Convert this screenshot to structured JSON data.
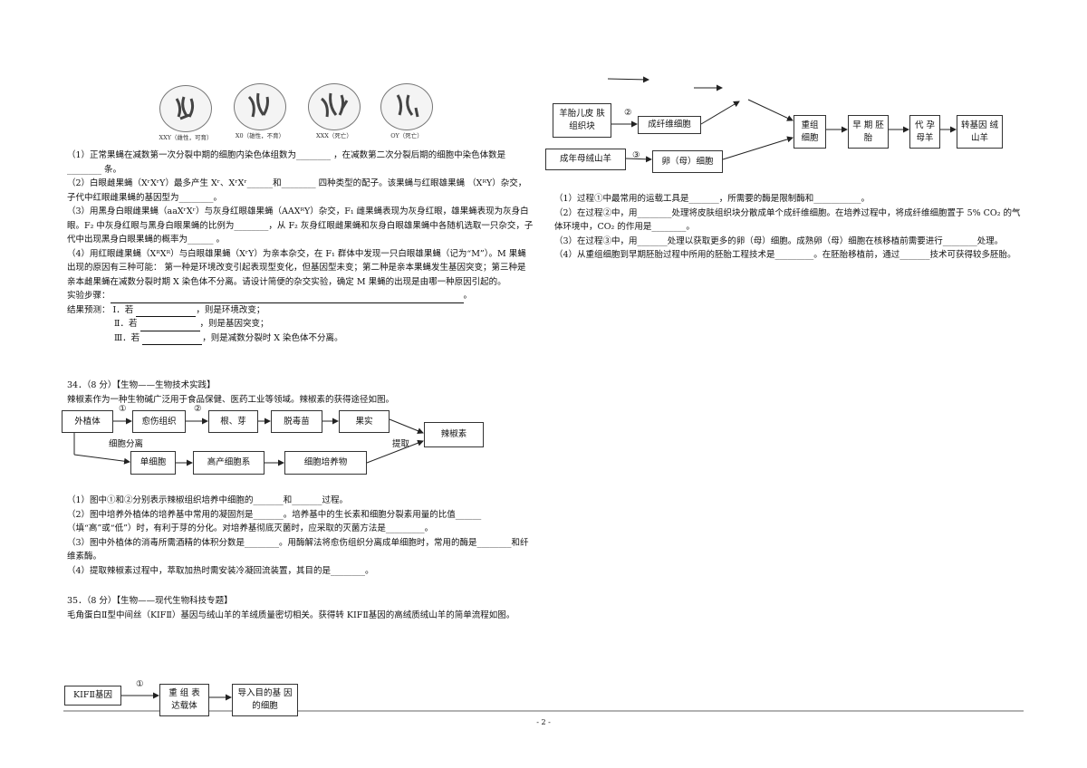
{
  "meiosis_figure": {
    "captions": [
      "XXY（雌性，可育）",
      "X0（雄性，不育）",
      "XXX（死亡）",
      "OY（死亡）"
    ]
  },
  "left": {
    "q1": "（1）正常果蝇在减数第一次分裂中期的细胞内染色体组数为________ ，在减数第二次分裂后期的细胞中染色体数是 ________ 条。",
    "q2": "（2）白眼雌果蝇（XʳXʳY）最多产生 Xʳ、XʳXʳ______和________ 四种类型的配子。该果蝇与红眼雄果蝇 （XᴿY）杂交，子代中红眼雌果蝇的基因型为________。",
    "q3": "（3）用黑身白眼雌果蝇（aaXʳXʳ）与灰身红眼雄果蝇（AAXᴿY）杂交，F₁ 雌果蝇表现为灰身红眼，雄果蝇表现为灰身白眼。F₂ 中灰身红眼与黑身白眼果蝇的比例为________，从 F₂ 灰身红眼雌果蝇和灰身白眼雄果蝇中各随机选取一只杂交，子代中出现黑身白眼果蝇的概率为______ 。",
    "q4": "（4）用红眼雌果蝇（XᴿXᴿ）与白眼雄果蝇（XʳY）为亲本杂交，在 F₁ 群体中发现一只白眼雄果蝇（记为“M”）。M 果蝇出现的原因有三种可能： 第一种是环境改变引起表现型变化，但基因型未变；第二种是亲本果蝇发生基因突变；第三种是亲本雌果蝇在减数分裂时期 X 染色体不分离。请设计简便的杂交实验，确定 M 果蝇的出现是由哪一种原因引起的。",
    "steps_label": "实验步骤：",
    "result_label": "结果预测：",
    "result_1_lead": "Ⅰ．若",
    "result_1_tail": "，则是环境改变；",
    "result_2_lead": "Ⅱ．若",
    "result_2_tail": "，则是基因突变；",
    "result_3_lead": "Ⅲ．若",
    "result_3_tail": "，则是减数分裂时 X 染色体不分离。",
    "q34_title": "34．（8 分）【生物——生物技术实践】",
    "q34_intro": "辣椒素作为一种生物碱广泛用于食品保健、医药工业等领域。辣椒素的获得途径如图。",
    "q34_diagram": {
      "explant": "外植体",
      "callus": "愈伤组织",
      "root_bud": "根、芽",
      "virus_free": "脱毒苗",
      "fruit": "果实",
      "capsaicin": "辣椒素",
      "single_cell": "单细胞",
      "high_yield": "高产细胞系",
      "culture": "细胞培养物",
      "step1": "①",
      "step2": "②",
      "cell_sep": "细胞分离",
      "extract": "提取"
    },
    "q34_1": "（1）图中①和②分别表示辣椒组织培养中细胞的_______和_______过程。",
    "q34_2": "（2）图中培养外植体的培养基中常用的凝固剂是_______。培养基中的生长素和细胞分裂素用量的比值______（填“高”或“低”）时，有利于芽的分化。对培养基彻底灭菌时，应采取的灭菌方法是_________。",
    "q34_3": "（3）图中外植体的消毒所需酒精的体积分数是________。用酶解法将愈伤组织分离成单细胞时，常用的酶是________和纤维素酶。",
    "q34_4": "（4）提取辣椒素过程中，萃取加热时需安装冷凝回流装置，其目的是________。",
    "q35_title": "35．（8 分）【生物——现代生物科技专题】",
    "q35_intro": "毛角蛋白Ⅱ型中间丝（KIFⅡ）基因与绒山羊的羊绒质量密切相关。获得转 KIFⅡ基因的高绒质绒山羊的简单流程如图。",
    "q35_bottom": {
      "kif_gene": "KIFⅡ基因",
      "step1": "①",
      "vector": "重 组 表 达载体",
      "target_cell": "导入目的基 因的细胞"
    }
  },
  "right": {
    "diagram": {
      "skin": "羊胎儿皮 肤组织块",
      "step2": "②",
      "fibro": "成纤维细胞",
      "recomb": "重组 细胞",
      "early": "早 期 胚胎",
      "surrogate": "代 孕 母羊",
      "transgenic": "转基因 绒山羊",
      "adult": "成年母绒山羊",
      "step3": "③",
      "egg": "卵（母）细胞"
    },
    "q1": "（1）过程①中最常用的运载工具是_______，所需要的酶是限制酶和___________。",
    "q2": "（2）在过程②中，用________处理将皮肤组织块分散成单个成纤维细胞。在培养过程中，将成纤维细胞置于 5% CO₂ 的气体环境中，CO₂ 的作用是________。",
    "q3": "（3）在过程③中，用_______处理以获取更多的卵（母）细胞。成熟卵（母）细胞在核移植前需要进行________处理。",
    "q4": "（4）从重组细胞到早期胚胎过程中所用的胚胎工程技术是_________。在胚胎移植前，通过_______技术可获得较多胚胎。"
  },
  "page_number": "- 2 -"
}
